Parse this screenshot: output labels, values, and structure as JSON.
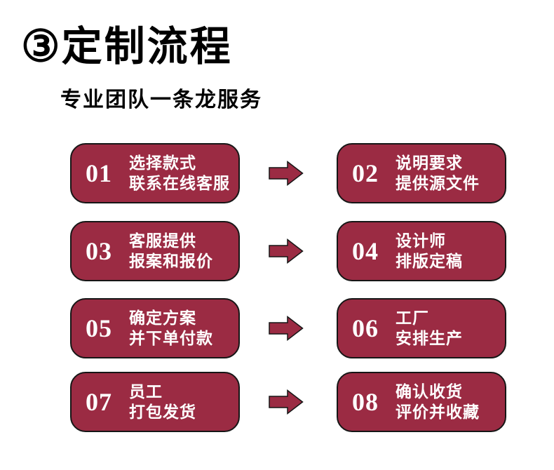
{
  "page": {
    "colors": {
      "accent": "#9b2b43",
      "edge": "#161616",
      "text_on_accent": "#ffffff",
      "ink": "#000000",
      "background": "#ffffff"
    }
  },
  "header": {
    "section_number": "③",
    "title": "定制流程",
    "subtitle": "专业团队一条龙服务"
  },
  "icons": {
    "arrow": "right-block-arrow"
  },
  "steps": [
    {
      "num": "01",
      "line1": "选择款式",
      "line2": "联系在线客服"
    },
    {
      "num": "02",
      "line1": "说明要求",
      "line2": "提供源文件"
    },
    {
      "num": "03",
      "line1": "客服提供",
      "line2": "报案和报价"
    },
    {
      "num": "04",
      "line1": "设计师",
      "line2": "排版定稿"
    },
    {
      "num": "05",
      "line1": "确定方案",
      "line2": "并下单付款"
    },
    {
      "num": "06",
      "line1": "工厂",
      "line2": "安排生产"
    },
    {
      "num": "07",
      "line1": "员工",
      "line2": "打包发货"
    },
    {
      "num": "08",
      "line1": "确认收货",
      "line2": "评价并收藏"
    }
  ]
}
